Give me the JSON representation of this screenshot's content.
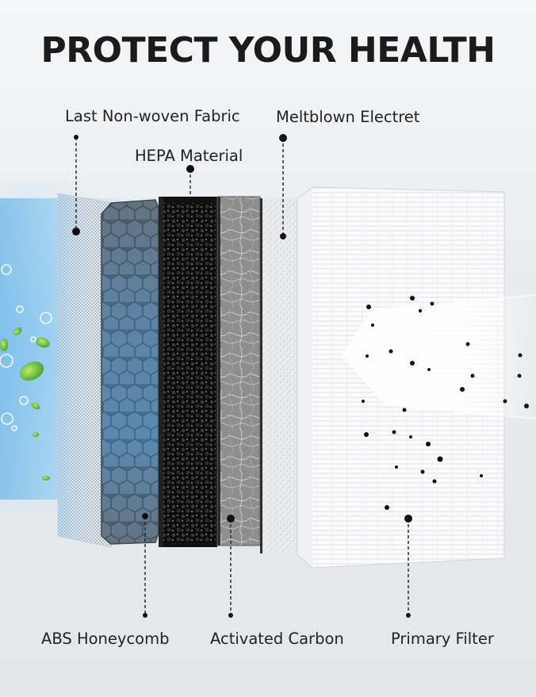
{
  "title": "PROTECT YOUR HEALTH",
  "labels": {
    "last_non_woven_fabric": "Last Non-woven Fabric",
    "meltblown_electret": "Meltblown Electret",
    "hepa_material": "HEPA Material",
    "abs_honeycomb": "ABS Honeycomb",
    "activated_carbon": "Activated Carbon",
    "primary_filter": "Primary Filter"
  },
  "icons": [
    "leaf-icon",
    "bubble-icon",
    "airflow-arrow-icon"
  ],
  "colors": {
    "background": "#e6e9ed",
    "title_text": "#1b1b1b",
    "label_text": "#222222",
    "honeycomb": "#556d85",
    "carbon": "#0e0e0e",
    "sky_blue": "#8fc8ee",
    "leaf_green": "#5fbf3a"
  }
}
